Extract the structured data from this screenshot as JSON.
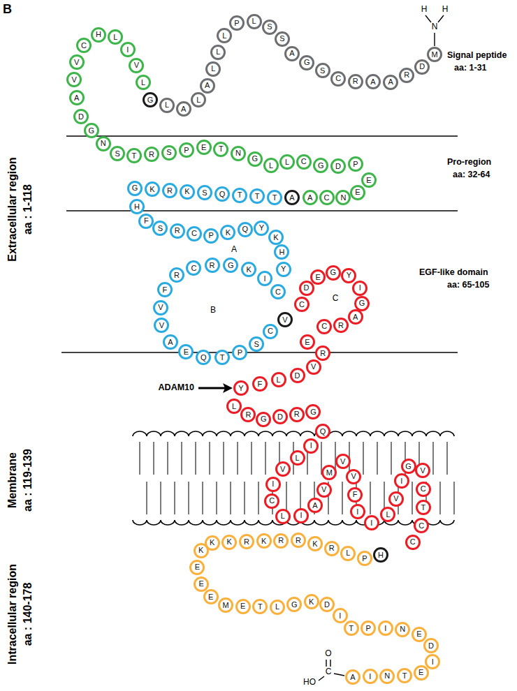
{
  "diagram": {
    "nodes": [
      {
        "text": [
          "M"
        ]
      },
      {
        "text": [
          "D"
        ]
      },
      {
        "text": [
          "R"
        ]
      },
      {
        "text": [
          "A"
        ]
      },
      {
        "text": [
          "A"
        ]
      },
      {
        "text": [
          "R"
        ]
      },
      {
        "text": [
          "C"
        ]
      },
      {
        "text": [
          "S"
        ]
      },
      {
        "text": [
          "G"
        ]
      },
      {
        "text": [
          "A"
        ]
      },
      {
        "text": [
          "S"
        ]
      },
      {
        "text": [
          "S"
        ]
      },
      {
        "text": [
          "L"
        ]
      },
      {
        "text": [
          "P"
        ]
      },
      {
        "text": [
          "L"
        ]
      },
      {
        "text": [
          "L"
        ]
      },
      {
        "text": [
          "L"
        ]
      },
      {
        "text": [
          "A"
        ]
      },
      {
        "text": [
          "L"
        ]
      },
      {
        "text": [
          "A"
        ]
      },
      {
        "text": [
          "L"
        ]
      },
      {
        "text": [
          "G"
        ]
      },
      {
        "text": [
          "L"
        ]
      },
      {
        "text": [
          "V"
        ]
      },
      {
        "text": [
          "I"
        ]
      },
      {
        "text": [
          "L"
        ]
      },
      {
        "text": [
          "H"
        ]
      },
      {
        "text": [
          "C"
        ]
      },
      {
        "text": [
          "V"
        ]
      },
      {
        "text": [
          "V"
        ]
      },
      {
        "text": [
          "A"
        ]
      },
      {
        "text": [
          "D"
        ]
      },
      {
        "text": [
          "G"
        ]
      },
      {
        "text": [
          "N"
        ]
      },
      {
        "text": [
          "S"
        ]
      },
      {
        "text": [
          "T"
        ]
      },
      {
        "text": [
          "R"
        ]
      },
      {
        "text": [
          "S"
        ]
      },
      {
        "text": [
          "P"
        ]
      },
      {
        "text": [
          "E"
        ]
      },
      {
        "text": [
          "T"
        ]
      },
      {
        "text": [
          "N"
        ]
      },
      {
        "text": [
          "G"
        ]
      },
      {
        "text": [
          "L"
        ]
      },
      {
        "text": [
          "L"
        ]
      },
      {
        "text": [
          "C"
        ]
      },
      {
        "text": [
          "G"
        ]
      },
      {
        "text": [
          "D"
        ]
      },
      {
        "text": [
          "P"
        ]
      },
      {
        "text": [
          "E"
        ]
      },
      {
        "text": [
          "E"
        ]
      },
      {
        "text": [
          "N"
        ]
      },
      {
        "text": [
          "C"
        ]
      },
      {
        "text": [
          "A"
        ]
      },
      {
        "text": [
          "A"
        ]
      },
      {
        "text": [
          "T"
        ]
      },
      {
        "text": [
          "T"
        ]
      },
      {
        "text": [
          "T"
        ]
      },
      {
        "text": [
          "Q"
        ]
      },
      {
        "text": [
          "S"
        ]
      },
      {
        "text": [
          "K"
        ]
      },
      {
        "text": [
          "R"
        ]
      },
      {
        "text": [
          "K"
        ]
      },
      {
        "text": [
          "G"
        ]
      },
      {
        "text": [
          "H"
        ]
      },
      {
        "text": [
          "F"
        ]
      },
      {
        "text": [
          "S"
        ]
      },
      {
        "text": [
          "R"
        ]
      },
      {
        "text": [
          "C"
        ]
      },
      {
        "text": [
          "P"
        ]
      },
      {
        "text": [
          "K"
        ]
      },
      {
        "text": [
          "Q"
        ]
      },
      {
        "text": [
          "Y"
        ]
      },
      {
        "text": [
          "K"
        ]
      },
      {
        "text": [
          "H"
        ]
      },
      {
        "text": [
          "Y"
        ]
      },
      {
        "text": [
          "C"
        ]
      },
      {
        "text": [
          "I"
        ]
      },
      {
        "text": [
          "K"
        ]
      },
      {
        "text": [
          "G"
        ]
      },
      {
        "text": [
          "R"
        ]
      },
      {
        "text": [
          "C"
        ]
      },
      {
        "text": [
          "R"
        ]
      },
      {
        "text": [
          "F"
        ]
      },
      {
        "text": [
          "V"
        ]
      },
      {
        "text": [
          "V"
        ]
      },
      {
        "text": [
          "A"
        ]
      },
      {
        "text": [
          "E"
        ]
      },
      {
        "text": [
          "Q"
        ]
      },
      {
        "text": [
          "T"
        ]
      },
      {
        "text": [
          "P"
        ]
      },
      {
        "text": [
          "S"
        ]
      },
      {
        "text": [
          "C"
        ]
      },
      {
        "text": [
          "V"
        ]
      },
      {
        "text": [
          "C"
        ]
      },
      {
        "text": [
          "D"
        ]
      },
      {
        "text": [
          "E"
        ]
      },
      {
        "text": [
          "G"
        ]
      },
      {
        "text": [
          "Y"
        ]
      },
      {
        "text": [
          "I"
        ]
      },
      {
        "text": [
          "G"
        ]
      },
      {
        "text": [
          "A"
        ]
      },
      {
        "text": [
          "R"
        ]
      },
      {
        "text": [
          "C"
        ]
      },
      {
        "text": [
          "E"
        ]
      },
      {
        "text": [
          "R"
        ]
      },
      {
        "text": [
          "V"
        ]
      },
      {
        "text": [
          "D"
        ]
      },
      {
        "text": [
          "L"
        ]
      },
      {
        "text": [
          "F"
        ]
      },
      {
        "text": [
          "Y"
        ]
      },
      {
        "text": [
          "L"
        ]
      },
      {
        "text": [
          "R"
        ]
      },
      {
        "text": [
          "G"
        ]
      },
      {
        "text": [
          "D"
        ]
      },
      {
        "text": [
          "R"
        ]
      },
      {
        "text": [
          "G"
        ]
      },
      {
        "text": [
          "Q"
        ]
      },
      {
        "text": [
          "I"
        ]
      },
      {
        "text": [
          "L"
        ]
      },
      {
        "text": [
          "V"
        ]
      },
      {
        "text": [
          "I"
        ]
      },
      {
        "text": [
          "C"
        ]
      },
      {
        "text": [
          "L"
        ]
      },
      {
        "text": [
          "I"
        ]
      },
      {
        "text": [
          "A"
        ]
      },
      {
        "text": [
          "V"
        ]
      },
      {
        "text": [
          "M"
        ]
      },
      {
        "text": [
          "V"
        ]
      },
      {
        "text": [
          "V"
        ]
      },
      {
        "text": [
          "F"
        ]
      },
      {
        "text": [
          "I"
        ]
      },
      {
        "text": [
          "I"
        ]
      },
      {
        "text": [
          "L"
        ]
      },
      {
        "text": [
          "V"
        ]
      },
      {
        "text": [
          "I"
        ]
      },
      {
        "text": [
          "G"
        ]
      },
      {
        "text": [
          "V"
        ]
      },
      {
        "text": [
          "C"
        ]
      },
      {
        "text": [
          "T"
        ]
      },
      {
        "text": [
          "C"
        ]
      },
      {
        "text": [
          "C"
        ]
      },
      {
        "text": [
          "H"
        ]
      },
      {
        "text": [
          "P"
        ]
      },
      {
        "text": [
          "L"
        ]
      },
      {
        "text": [
          "R"
        ]
      },
      {
        "text": [
          "K"
        ]
      },
      {
        "text": [
          "R"
        ]
      },
      {
        "text": [
          "R"
        ]
      },
      {
        "text": [
          "K"
        ]
      },
      {
        "text": [
          "R"
        ]
      },
      {
        "text": [
          "K"
        ]
      },
      {
        "text": [
          "K"
        ]
      },
      {
        "text": [
          "K"
        ]
      },
      {
        "text": [
          "E"
        ]
      },
      {
        "text": [
          "E"
        ]
      },
      {
        "text": [
          "E"
        ]
      },
      {
        "text": [
          "M"
        ]
      },
      {
        "text": [
          "E"
        ]
      },
      {
        "text": [
          "T"
        ]
      },
      {
        "text": [
          "L"
        ]
      },
      {
        "text": [
          "G"
        ]
      },
      {
        "text": [
          "K"
        ]
      },
      {
        "text": [
          "D"
        ]
      },
      {
        "text": [
          "I"
        ]
      },
      {
        "text": [
          "T"
        ]
      },
      {
        "text": [
          "P"
        ]
      },
      {
        "text": [
          "I"
        ]
      },
      {
        "text": [
          "N"
        ]
      },
      {
        "text": [
          "E"
        ]
      },
      {
        "text": [
          "D"
        ]
      },
      {
        "text": [
          "I"
        ]
      },
      {
        "text": [
          "E"
        ]
      },
      {
        "text": [
          "T"
        ]
      },
      {
        "text": [
          "N"
        ]
      },
      {
        "text": [
          "I"
        ]
      },
      {
        "text": [
          "A"
        ]
      }
    ],
    "labels": [
      "B",
      "H",
      "H",
      "N",
      "Signal peptide",
      "aa: 1-31",
      "Pro-region",
      "aa: 32-64",
      "EGF-like domain",
      "aa: 65-105",
      "Extracellular region",
      "aa : 1-118",
      "A",
      "B",
      "C",
      "ADAM10",
      "Membrane",
      "aa : 119-139",
      "Intracellular region",
      "aa : 140-178",
      "O",
      "C",
      "HO"
    ]
  }
}
